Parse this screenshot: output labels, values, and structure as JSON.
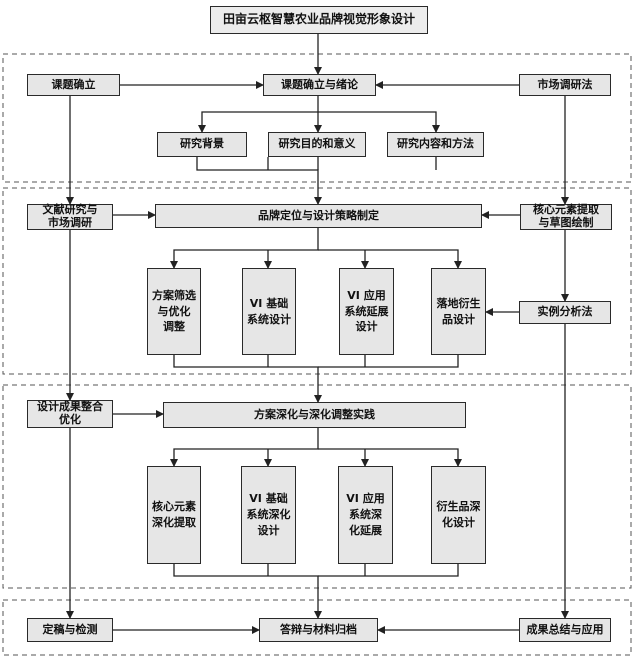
{
  "nodes": {
    "title": "田亩云枢智慧农业品牌视觉形象设计",
    "topic_confirm": "课题确立",
    "topic_intro": "课题确立与绪论",
    "market_research": "市场调研法",
    "background": "研究背景",
    "purpose": "研究目的和意义",
    "content_method": "研究内容和方法",
    "literature": "文献研究与\n市场调研",
    "positioning": "品牌定位与设计策略制定",
    "core_extract": "核心元素提取\n与草图绘制",
    "scheme_select": "方案筛选\n与优化\n调整",
    "vi_basic": "VI 基础\n系统设计",
    "vi_app": "VI 应用\n系统延展\n设计",
    "derivative": "落地衍生\n品设计",
    "case_analysis": "实例分析法",
    "result_integrate": "设计成果整合\n优化",
    "deepen": "方案深化与深化调整实践",
    "core_deepen": "核心元素\n深化提取",
    "vi_basic_deepen": "VI 基础\n系统深化\n设计",
    "vi_app_deepen": "VI 应用\n系统深\n化延展",
    "derivative_deepen": "衍生品深\n化设计",
    "finalize": "定稿与检测",
    "defense": "答辩与材料归档",
    "summary": "成果总结与应用"
  }
}
